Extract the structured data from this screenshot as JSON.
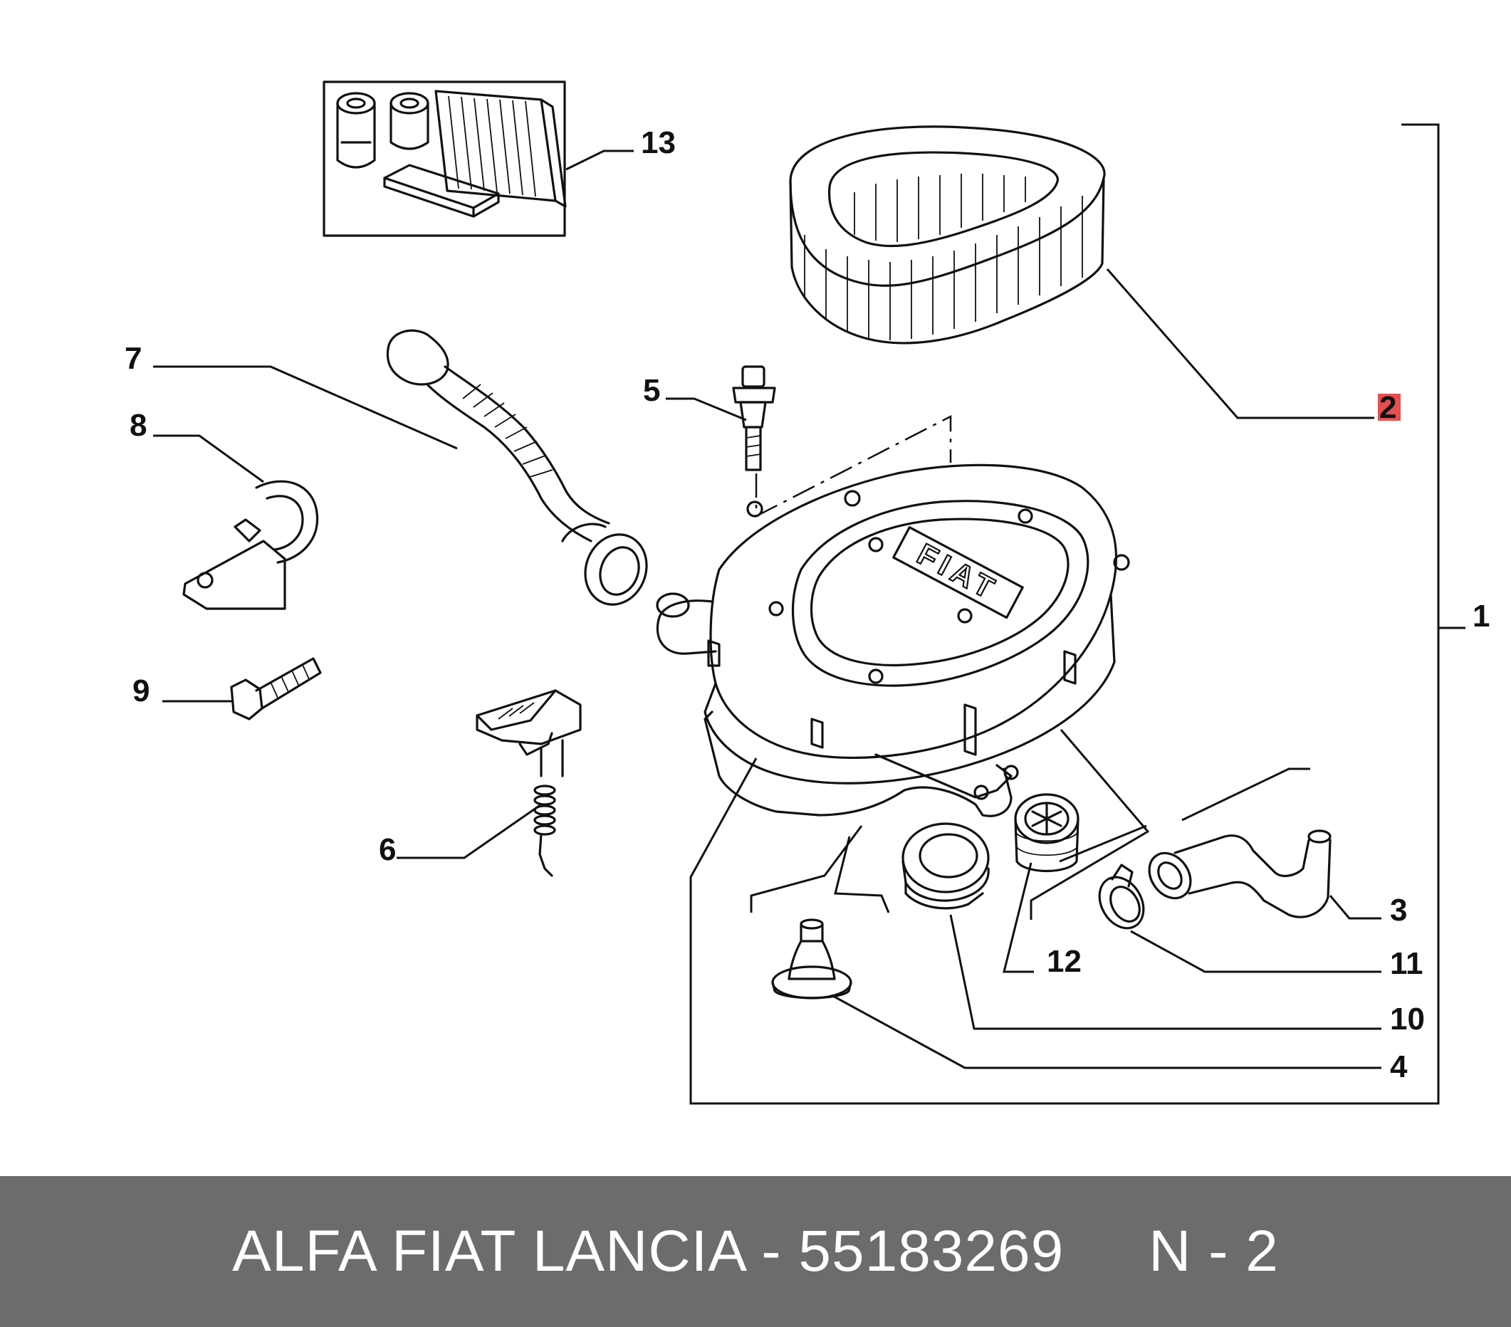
{
  "callouts": {
    "c1": "1",
    "c2": "2",
    "c3": "3",
    "c4": "4",
    "c5": "5",
    "c6": "6",
    "c7": "7",
    "c8": "8",
    "c9": "9",
    "c10": "10",
    "c11": "11",
    "c12": "12",
    "c13": "13"
  },
  "logo_text": "FIAT",
  "highlight_color": "#e03030",
  "footer": {
    "brand_part": "ALFA FIAT LANCIA - 55183269",
    "ref": "N - 2"
  }
}
